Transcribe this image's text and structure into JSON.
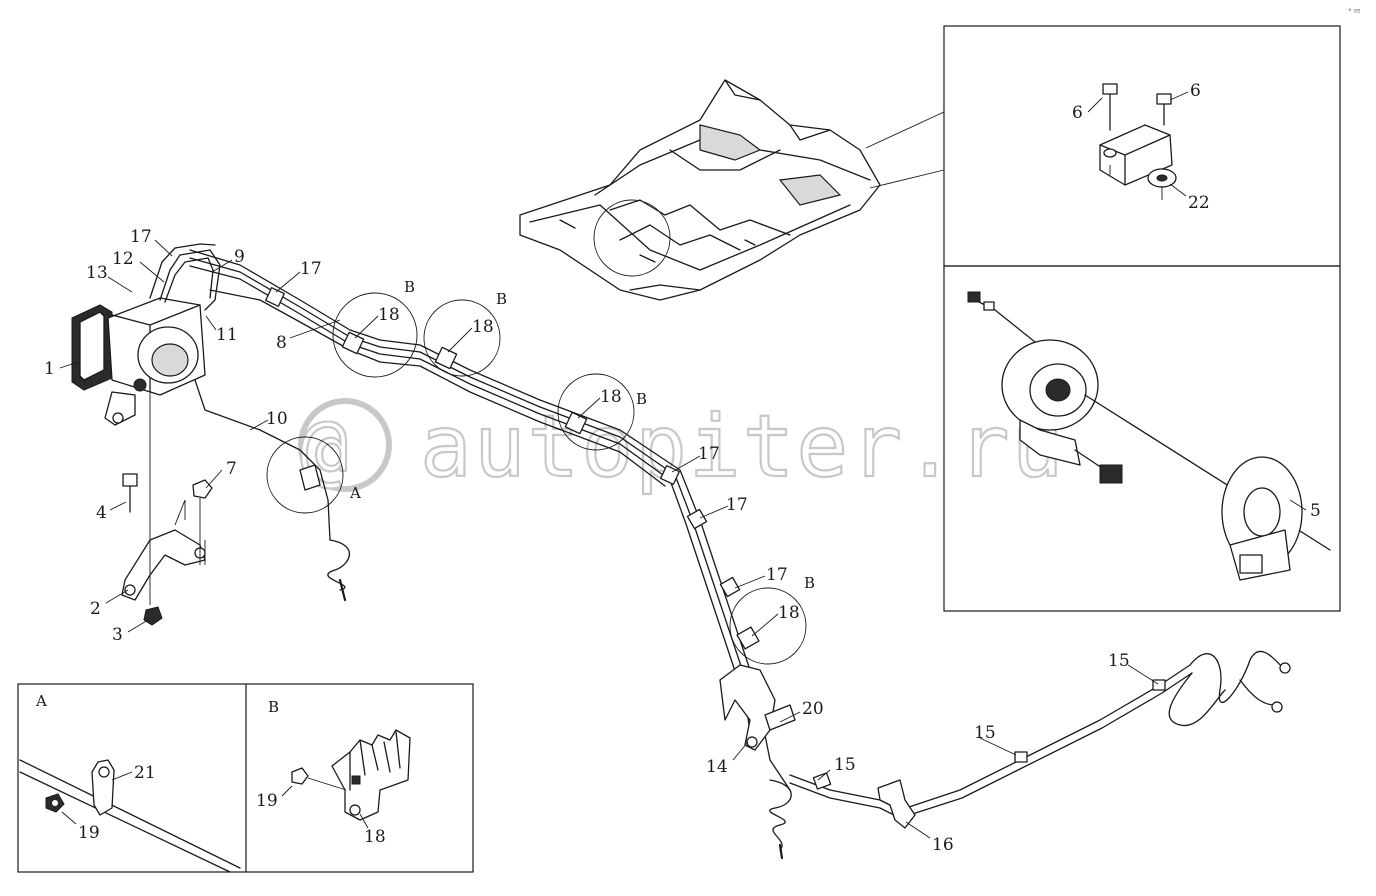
{
  "watermark": {
    "at_symbol": "@",
    "text": "autopiter.ru"
  },
  "corner_mark": "° ºº",
  "callouts": [
    {
      "id": "c1",
      "label": "1"
    },
    {
      "id": "c2",
      "label": "2"
    },
    {
      "id": "c3",
      "label": "3"
    },
    {
      "id": "c4",
      "label": "4"
    },
    {
      "id": "c5",
      "label": "5"
    },
    {
      "id": "c6a",
      "label": "6"
    },
    {
      "id": "c6b",
      "label": "6"
    },
    {
      "id": "c7",
      "label": "7"
    },
    {
      "id": "c8",
      "label": "8"
    },
    {
      "id": "c9",
      "label": "9"
    },
    {
      "id": "c10",
      "label": "10"
    },
    {
      "id": "c11",
      "label": "11"
    },
    {
      "id": "c12",
      "label": "12"
    },
    {
      "id": "c13",
      "label": "13"
    },
    {
      "id": "c14",
      "label": "14"
    },
    {
      "id": "c15a",
      "label": "15"
    },
    {
      "id": "c15b",
      "label": "15"
    },
    {
      "id": "c15c",
      "label": "15"
    },
    {
      "id": "c16",
      "label": "16"
    },
    {
      "id": "c17a",
      "label": "17"
    },
    {
      "id": "c17b",
      "label": "17"
    },
    {
      "id": "c17c",
      "label": "17"
    },
    {
      "id": "c17d",
      "label": "17"
    },
    {
      "id": "c17e",
      "label": "17"
    },
    {
      "id": "c18a",
      "label": "18"
    },
    {
      "id": "c18b",
      "label": "18"
    },
    {
      "id": "c18c",
      "label": "18"
    },
    {
      "id": "c18d",
      "label": "18"
    },
    {
      "id": "c18e",
      "label": "18"
    },
    {
      "id": "c19a",
      "label": "19"
    },
    {
      "id": "c19b",
      "label": "19"
    },
    {
      "id": "c20",
      "label": "20"
    },
    {
      "id": "c21",
      "label": "21"
    },
    {
      "id": "c22",
      "label": "22"
    }
  ],
  "detail_markers": [
    {
      "id": "mA",
      "label": "A"
    },
    {
      "id": "mB1",
      "label": "B"
    },
    {
      "id": "mB2",
      "label": "B"
    },
    {
      "id": "mB3",
      "label": "B"
    },
    {
      "id": "mB4",
      "label": "B"
    }
  ],
  "inset_a": {
    "title": "A",
    "callouts": [
      "21",
      "19"
    ]
  },
  "inset_b": {
    "title": "B",
    "callouts": [
      "19",
      "18"
    ]
  }
}
